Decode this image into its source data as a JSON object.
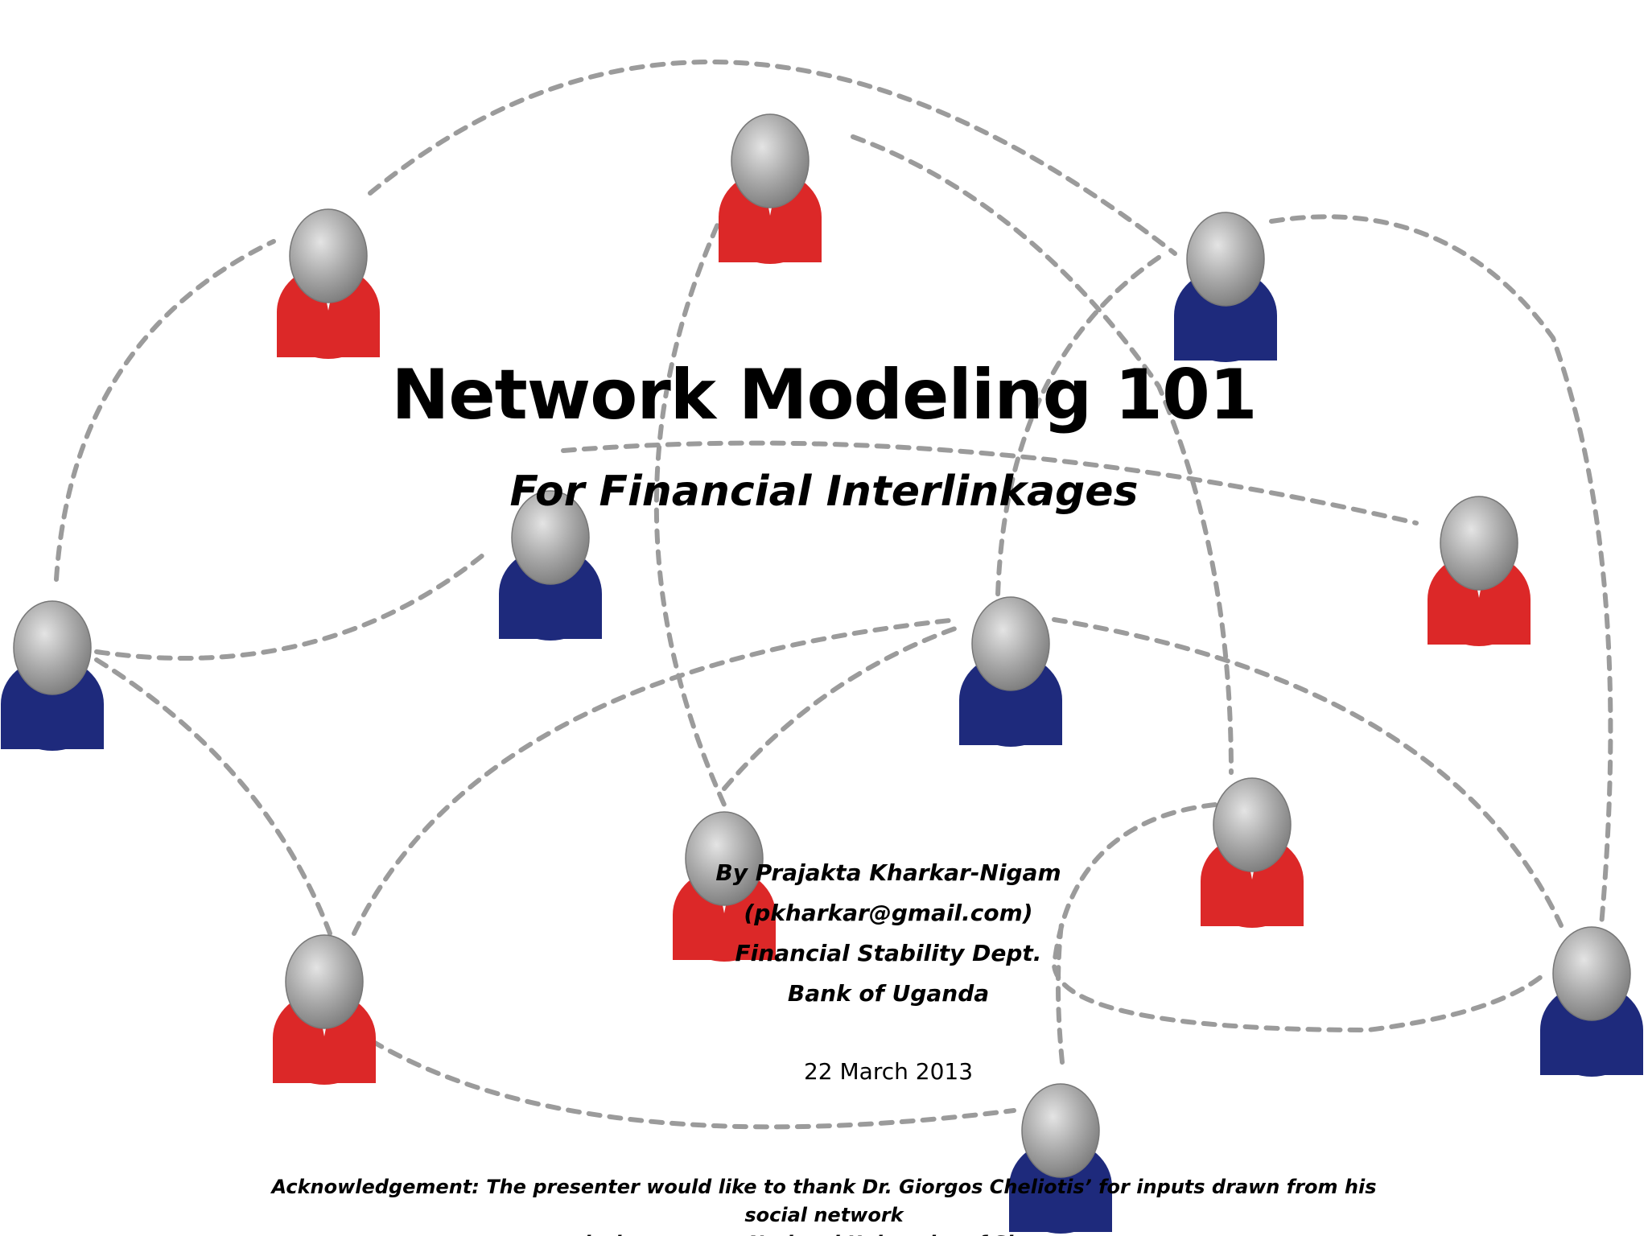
{
  "slide": {
    "title": "Network Modeling 101",
    "subtitle": "For Financial Interlinkages",
    "presenter": {
      "byline": "By Prajakta Kharkar-Nigam",
      "email": "(pkharkar@gmail.com)",
      "department": "Financial Stability Dept.",
      "organization": "Bank of Uganda"
    },
    "date": "22 March 2013",
    "acknowledgement": {
      "line1": "Acknowledgement: The presenter would like to thank Dr. Giorgos Cheliotis’ for inputs drawn from his social network",
      "line2": "analysis course at National University of Singapore"
    }
  },
  "colors": {
    "person_red": "#dc2828",
    "person_blue": "#1e2a7c",
    "head_gray": "#9a9a9a",
    "link_gray": "#9b9b9b"
  },
  "icons": {
    "person": "person-icon",
    "link": "dashed-connection-line"
  }
}
